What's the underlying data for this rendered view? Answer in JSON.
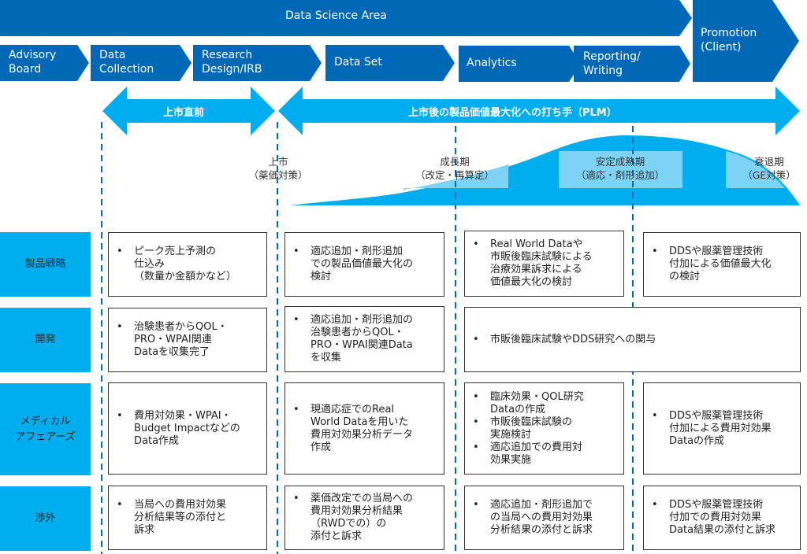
{
  "colors": {
    "dark_blue": "#0068b7",
    "cyan": "#00aeef",
    "light_cyan": "#7dd3f4",
    "dashed_line": "#0068b7",
    "cell_border": "#333333"
  },
  "header": {
    "band_title": "Data Science Area",
    "promotion_label": "Promotion\n(Client)",
    "steps": [
      {
        "label": "Advisory\nBoard"
      },
      {
        "label": "Data\nCollection"
      },
      {
        "label": "Research\nDesign/IRB"
      },
      {
        "label": "Data Set"
      },
      {
        "label": "Analytics"
      },
      {
        "label": "Reporting/\nWriting"
      }
    ]
  },
  "arrows": {
    "pre_launch": "上市直前",
    "post_launch": "上市後の製品価値最大化への打ち手（PLM）"
  },
  "lifecycle": {
    "launch": "上市\n（薬価対策）",
    "phases": [
      {
        "label": "成長期\n（改定・再算定）"
      },
      {
        "label": "安定成熟期\n（適応・剤形追加）"
      },
      {
        "label": "衰退期\n（GE対策）"
      }
    ]
  },
  "rows": [
    {
      "label": "製品戦略",
      "cells": [
        {
          "items": [
            "ピーク売上予測の\n仕込み\n（数量か金額かなど）"
          ]
        },
        {
          "items": [
            "適応追加・剤形追加\nでの製品価値最大化の\n検討"
          ]
        },
        {
          "items": [
            "Real World Dataや\n市販後臨床試験による\n治療効果訴求による\n価値最大化の検討"
          ]
        },
        {
          "items": [
            "DDSや服薬管理技術\n付加による価値最大化\nの検討"
          ]
        }
      ]
    },
    {
      "label": "開発",
      "cells": [
        {
          "items": [
            "治験患者からQOL・\nPRO・WPAI関連\nDataを収集完了"
          ]
        },
        {
          "items": [
            "適応追加・剤形追加の\n治験患者からQOL・\nPRO・WPAI関連Data\nを収集"
          ]
        },
        {
          "items": [
            "市販後臨床試験やDDS研究への関与"
          ]
        }
      ]
    },
    {
      "label": "メディカル\nアフェアーズ",
      "cells": [
        {
          "items": [
            "費用対効果・WPAI・\nBudget Impactなどの\nData作成"
          ]
        },
        {
          "items": [
            "現適応症でのReal\nWorld Dataを用いた\n費用対効果分析データ\n作成"
          ]
        },
        {
          "items": [
            "臨床効果・QOL研究\nDataの作成",
            "市販後臨床試験の\n実施検討",
            "適応追加での費用対\n効果実施"
          ]
        },
        {
          "items": [
            "DDSや服薬管理技術\n付加による費用対効果\nDataの作成"
          ]
        }
      ]
    },
    {
      "label": "渉外",
      "cells": [
        {
          "items": [
            "当局への費用対効果\n分析結果等の添付と\n訴求"
          ]
        },
        {
          "items": [
            "薬価改定での当局への\n費用対効果分析結果\n（RWDでの）の\n添付と訴求"
          ]
        },
        {
          "items": [
            "適応追加・剤形追加で\nの当局への費用対効果\n分析結果の添付と訴求"
          ]
        },
        {
          "items": [
            "DDSや服薬管理技術\n付加での費用対効果\nData結果の添付と訴求"
          ]
        }
      ]
    }
  ]
}
